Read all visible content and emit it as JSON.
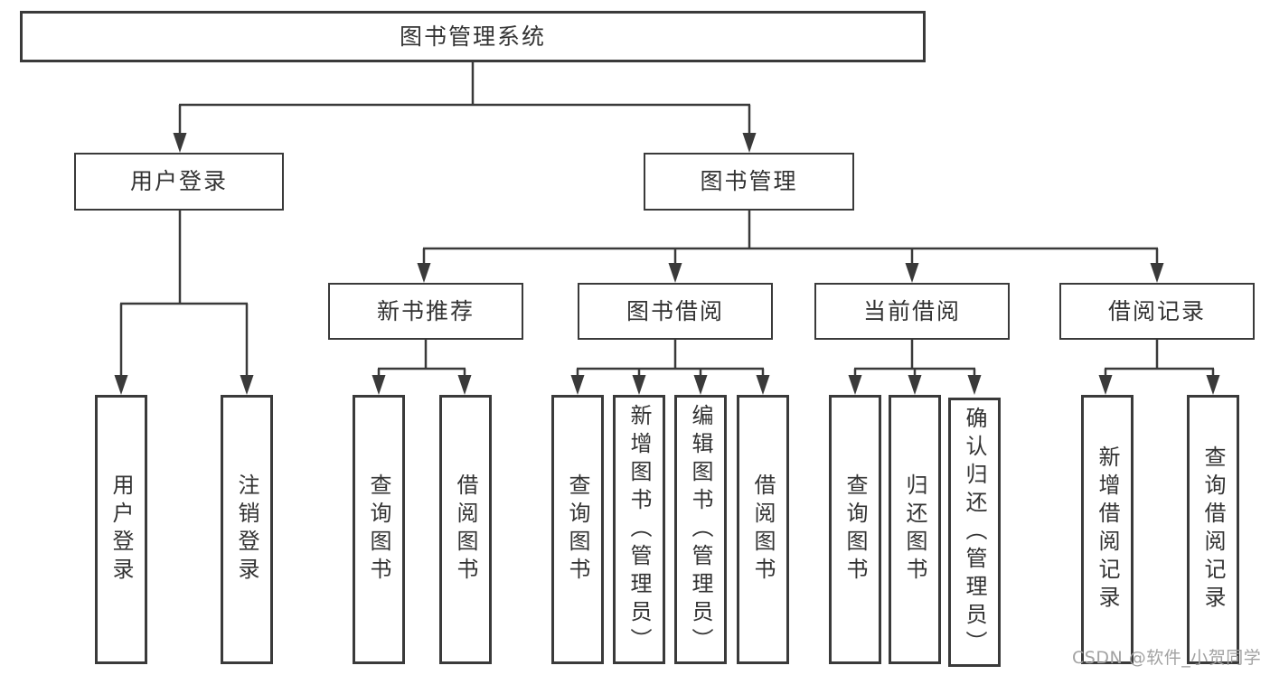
{
  "tree": {
    "label": "图书管理系统",
    "children": [
      {
        "label": "用户登录",
        "children": [
          {
            "label": "用户登录"
          },
          {
            "label": "注销登录"
          }
        ]
      },
      {
        "label": "图书管理",
        "children": [
          {
            "label": "新书推荐",
            "children": [
              {
                "label": "查询图书"
              },
              {
                "label": "借阅图书"
              }
            ]
          },
          {
            "label": "图书借阅",
            "children": [
              {
                "label": "查询图书"
              },
              {
                "label": "新增图书（管理员）"
              },
              {
                "label": "编辑图书（管理员）"
              },
              {
                "label": "借阅图书"
              }
            ]
          },
          {
            "label": "当前借阅",
            "children": [
              {
                "label": "查询图书"
              },
              {
                "label": "归还图书"
              },
              {
                "label": "确认归还（管理员）"
              }
            ]
          },
          {
            "label": "借阅记录",
            "children": [
              {
                "label": "新增借阅记录"
              },
              {
                "label": "查询借阅记录"
              }
            ]
          }
        ]
      }
    ]
  },
  "watermark": {
    "text": "CSDN @软件_小贺同学"
  },
  "colors": {
    "line": "#3a3a3a",
    "box_border": "#3a3a3a",
    "text": "#333333",
    "watermark": "#a2a2a2",
    "background": "#ffffff"
  }
}
